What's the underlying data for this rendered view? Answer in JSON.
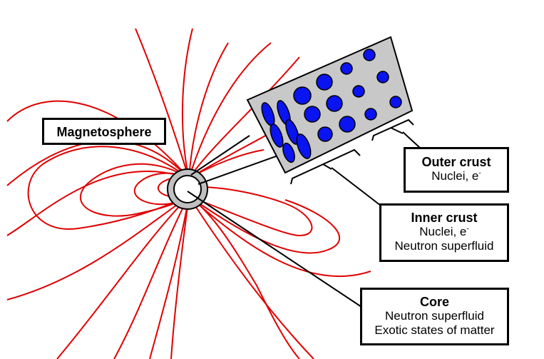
{
  "labels": {
    "magnetosphere": {
      "title": "Magnetosphere"
    },
    "outer_crust": {
      "title": "Outer crust",
      "line1_base": "Nuclei, e",
      "line1_sup": "-"
    },
    "inner_crust": {
      "title": "Inner crust",
      "line1_base": "Nuclei, e",
      "line1_sup": "-",
      "line2": "Neutron superfluid"
    },
    "core": {
      "title": "Core",
      "line1": "Neutron superfluid",
      "line2": "Exotic states of matter"
    }
  },
  "colors": {
    "field_lines": "#e00000",
    "crust_panel": "#c8c8c8",
    "nuclei": "#0a14f0",
    "star_shell": "#c0c0c0"
  }
}
